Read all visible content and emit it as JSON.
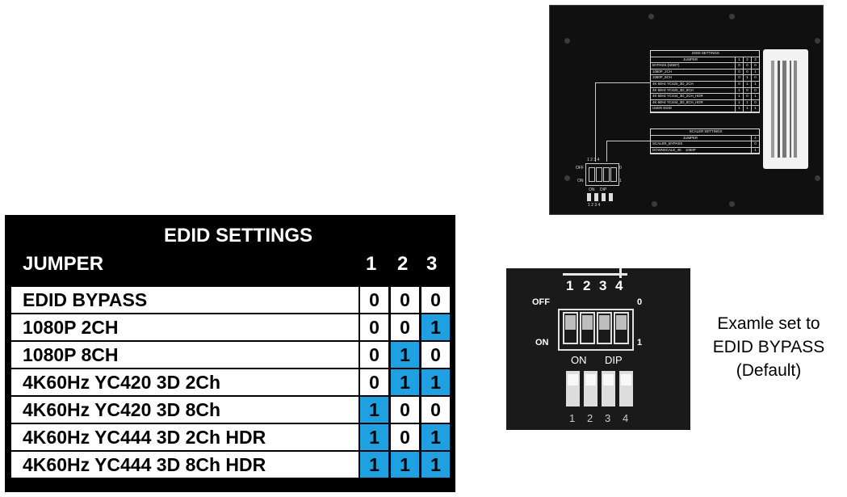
{
  "edid_table": {
    "title": "EDID SETTINGS",
    "jumper_header": "JUMPER",
    "columns": [
      "1",
      "2",
      "3"
    ],
    "rows": [
      {
        "label": "EDID BYPASS",
        "values": [
          "0",
          "0",
          "0"
        ]
      },
      {
        "label": "1080P 2CH",
        "values": [
          "0",
          "0",
          "1"
        ]
      },
      {
        "label": "1080P 8CH",
        "values": [
          "0",
          "1",
          "0"
        ]
      },
      {
        "label": "4K60Hz YC420 3D 2Ch",
        "values": [
          "0",
          "1",
          "1"
        ]
      },
      {
        "label": "4K60Hz YC420 3D 8Ch",
        "values": [
          "1",
          "0",
          "0"
        ]
      },
      {
        "label": "4K60Hz YC444 3D 2Ch HDR",
        "values": [
          "1",
          "0",
          "1"
        ]
      },
      {
        "label": "4K60Hz YC444 3D 8Ch HDR",
        "values": [
          "1",
          "1",
          "1"
        ]
      }
    ],
    "highlight_color": "#1fa0e0"
  },
  "device_photo": {
    "edid_mini": {
      "title": "EDID SETTINGS",
      "header": "JUMPER",
      "cols": [
        "1",
        "2",
        "3"
      ],
      "rows": [
        {
          "label": "BYPASS (HDBT)",
          "v": [
            "0",
            "0",
            "0"
          ]
        },
        {
          "label": "1080P_2CH",
          "v": [
            "0",
            "0",
            "1"
          ]
        },
        {
          "label": "1080P_8CH",
          "v": [
            "0",
            "1",
            "0"
          ]
        },
        {
          "label": "4K 60Hz YC420_3D_2CH",
          "v": [
            "0",
            "1",
            "1"
          ]
        },
        {
          "label": "4K 60Hz YC420_3D_8CH",
          "v": [
            "1",
            "0",
            "0"
          ]
        },
        {
          "label": "4K 60Hz YC444_3D_2CH_HDR",
          "v": [
            "1",
            "0",
            "1"
          ]
        },
        {
          "label": "4K 60Hz YC444_3D_8CH_HDR",
          "v": [
            "1",
            "1",
            "0"
          ]
        },
        {
          "label": "USER EDID",
          "v": [
            "1",
            "1",
            "1"
          ]
        }
      ]
    },
    "scaler_mini": {
      "title": "SCALER SETTINGS",
      "header": "JUMPER",
      "col": "4",
      "rows": [
        {
          "label": "SCALER_BYPASS",
          "v": "0"
        },
        {
          "label": "DOWNSCALE_4K    1080P",
          "v": "1"
        }
      ]
    },
    "switch_labels": {
      "numbers": "1 2 3 4",
      "off": "OFF",
      "on": "ON",
      "dip": "DIP",
      "pins": "1 2 3 4",
      "right_top": "0",
      "right_bottom": "1"
    }
  },
  "dip_photo": {
    "numbers": [
      "1",
      "2",
      "3",
      "4"
    ],
    "off_label": "OFF",
    "on_label": "ON",
    "right_top": "0",
    "right_bottom": "1",
    "on_text": "ON",
    "dip_text": "DIP",
    "key_numbers": [
      "1",
      "2",
      "3",
      "4"
    ]
  },
  "caption": {
    "line1": "Examle set to",
    "line2": "EDID BYPASS",
    "line3": "(Default)"
  }
}
